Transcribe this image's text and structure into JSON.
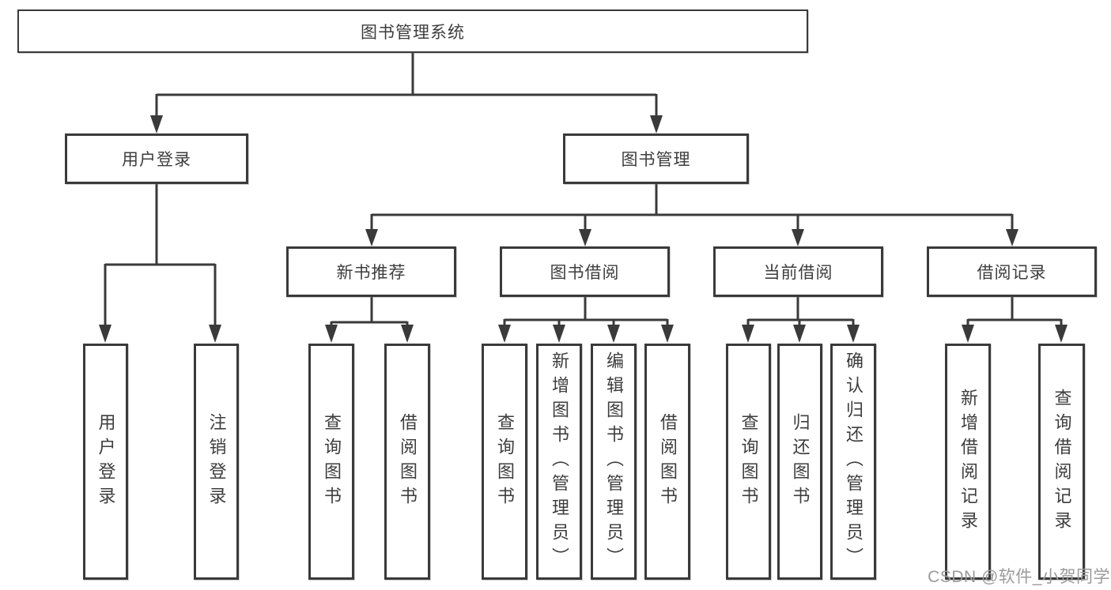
{
  "tree": {
    "label": "图书管理系统",
    "children": [
      {
        "label": "用户登录",
        "children": [
          {
            "label": "用户登录"
          },
          {
            "label": "注销登录"
          }
        ]
      },
      {
        "label": "图书管理",
        "children": [
          {
            "label": "新书推荐",
            "children": [
              {
                "label": "查询图书"
              },
              {
                "label": "借阅图书"
              }
            ]
          },
          {
            "label": "图书借阅",
            "children": [
              {
                "label": "查询图书"
              },
              {
                "label": "新增图书（管理员）"
              },
              {
                "label": "编辑图书（管理员）"
              },
              {
                "label": "借阅图书"
              }
            ]
          },
          {
            "label": "当前借阅",
            "children": [
              {
                "label": "查询图书"
              },
              {
                "label": "归还图书"
              },
              {
                "label": "确认归还（管理员）"
              }
            ]
          },
          {
            "label": "借阅记录",
            "children": [
              {
                "label": "新增借阅记录"
              },
              {
                "label": "查询借阅记录"
              }
            ]
          }
        ]
      }
    ]
  },
  "watermark": {
    "text": "CSDN @软件_小贺同学"
  },
  "colors": {
    "line": "#3a3a3a",
    "text": "#3d3d3d",
    "watermark": "#9b9b9b",
    "background": "#ffffff"
  }
}
